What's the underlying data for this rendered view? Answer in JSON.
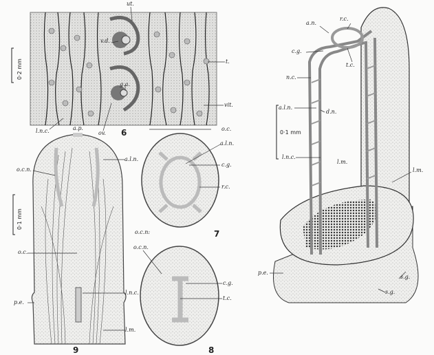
{
  "figure_numbers": {
    "fig6": "6",
    "fig7": "7",
    "fig8": "8",
    "fig9": "9"
  },
  "scale_bars": {
    "fig6": "0·2 mm",
    "fig9": "0·1 mm",
    "fig10": "0·1 mm"
  },
  "fig6_labels": {
    "ut": "ut.",
    "vd": "v.d.",
    "ga": "g.a.",
    "t": "t.",
    "vit": "vit.",
    "lnc": "l.n.c.",
    "ov": "ov.",
    "oc": "o.c."
  },
  "fig9_labels": {
    "ap": "a.p.",
    "aln": "a.l.n.",
    "ocn": "o.c.n.",
    "oc": "o.c.",
    "lnc": "l.n.c.",
    "pe": "p.e.",
    "lm": "l.m."
  },
  "fig7_labels": {
    "aln": "a.l.n.",
    "cg": "c.g.",
    "rc": "r.c.",
    "ocn": "o.c.n:"
  },
  "fig8_labels": {
    "ocn": "o.c.n.",
    "cg": "c.g.",
    "tc": "t.c."
  },
  "fig10_labels": {
    "an": "a.n.",
    "rc": "r.c.",
    "cg": "c.g.",
    "tc": "t.c.",
    "nc": "n.c.",
    "aln": "a.l.n.",
    "dn": "d.n.",
    "lnc": "l.n.c.",
    "lm1": "l.m.",
    "lm2": "l.m.",
    "pe": "p.e.",
    "sg1": "s.g.",
    "sg2": "s.g."
  }
}
